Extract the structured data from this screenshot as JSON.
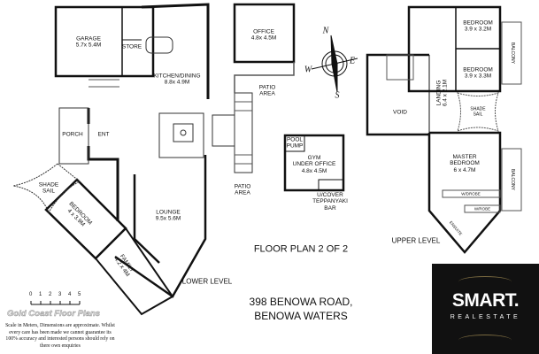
{
  "title": "FLOOR PLAN 2 OF 2",
  "address": {
    "line1": "398 BENOWA ROAD,",
    "line2": "BENOWA WATERS"
  },
  "levels": {
    "lower": "LOWER LEVEL",
    "upper": "UPPER LEVEL"
  },
  "lower_rooms": {
    "garage": {
      "name": "GARAGE",
      "dims": "5.7x 5.4M"
    },
    "store": {
      "name": "STORE"
    },
    "kitchen": {
      "name": "KITCHEN/DINING",
      "dims": "8.8x 4.9M"
    },
    "porch": {
      "name": "PORCH"
    },
    "ent": {
      "name": "ENT"
    },
    "lounge": {
      "name": "LOUNGE",
      "dims": "9.5x 5.6M"
    },
    "bedroom": {
      "name": "BEDROOM",
      "dims": "4 x 3.9M"
    },
    "family": {
      "name": "FAMILY",
      "dims": "4.2 x 4M"
    },
    "shade_sail": {
      "name": "SHADE",
      "name2": "SAIL"
    },
    "patio_1": {
      "name": "PATIO",
      "name2": "AREA"
    },
    "patio_2": {
      "name": "PATIO",
      "name2": "AREA"
    },
    "office": {
      "name": "OFFICE",
      "dims": "4.8x 4.5M"
    },
    "pool_pump": {
      "name": "POOL",
      "name2": "PUMP"
    },
    "gym": {
      "name": "GYM",
      "name2": "UNDER OFFICE",
      "dims": "4.8x 4.5M"
    },
    "bar": {
      "name": "U/COVER",
      "name2": "TEPPANYAKI",
      "name3": "BAR"
    }
  },
  "upper_rooms": {
    "bedroom1": {
      "name": "BEDROOM",
      "dims": "3.9 x 3.2M"
    },
    "bedroom2": {
      "name": "BEDROOM",
      "dims": "3.9 x 3.3M"
    },
    "landing": {
      "name": "LANDING",
      "dims": "6.4 x 2.1M"
    },
    "void": {
      "name": "VOID"
    },
    "shade_sail": {
      "name": "SHADE",
      "name2": "SAIL"
    },
    "master": {
      "name": "MASTER",
      "name2": "BEDROOM",
      "dims": "6 x 4.7M"
    },
    "balcony1": {
      "name": "BALCONY"
    },
    "balcony2": {
      "name": "BALCONY"
    },
    "wrobe1": {
      "name": "W/DROBE"
    },
    "wrobe2": {
      "name": "W/ROBE"
    },
    "ensuite": {
      "name": "ENSUITE"
    }
  },
  "compass": {
    "n": "N",
    "e": "E",
    "s": "S",
    "w": "W"
  },
  "scale": {
    "ticks": [
      "0",
      "1",
      "2",
      "3",
      "4",
      "5"
    ]
  },
  "footer": {
    "brand": "Gold Coast Floor Plans",
    "disclaimer": "Scale in Meters, Dimensions are approximate. Whilst every care has been made we cannot guarantee its 100% accuracy and interested persons should rely on there own enquiries"
  },
  "logo": {
    "brand": "SMART.",
    "sub": "REALESTATE"
  }
}
